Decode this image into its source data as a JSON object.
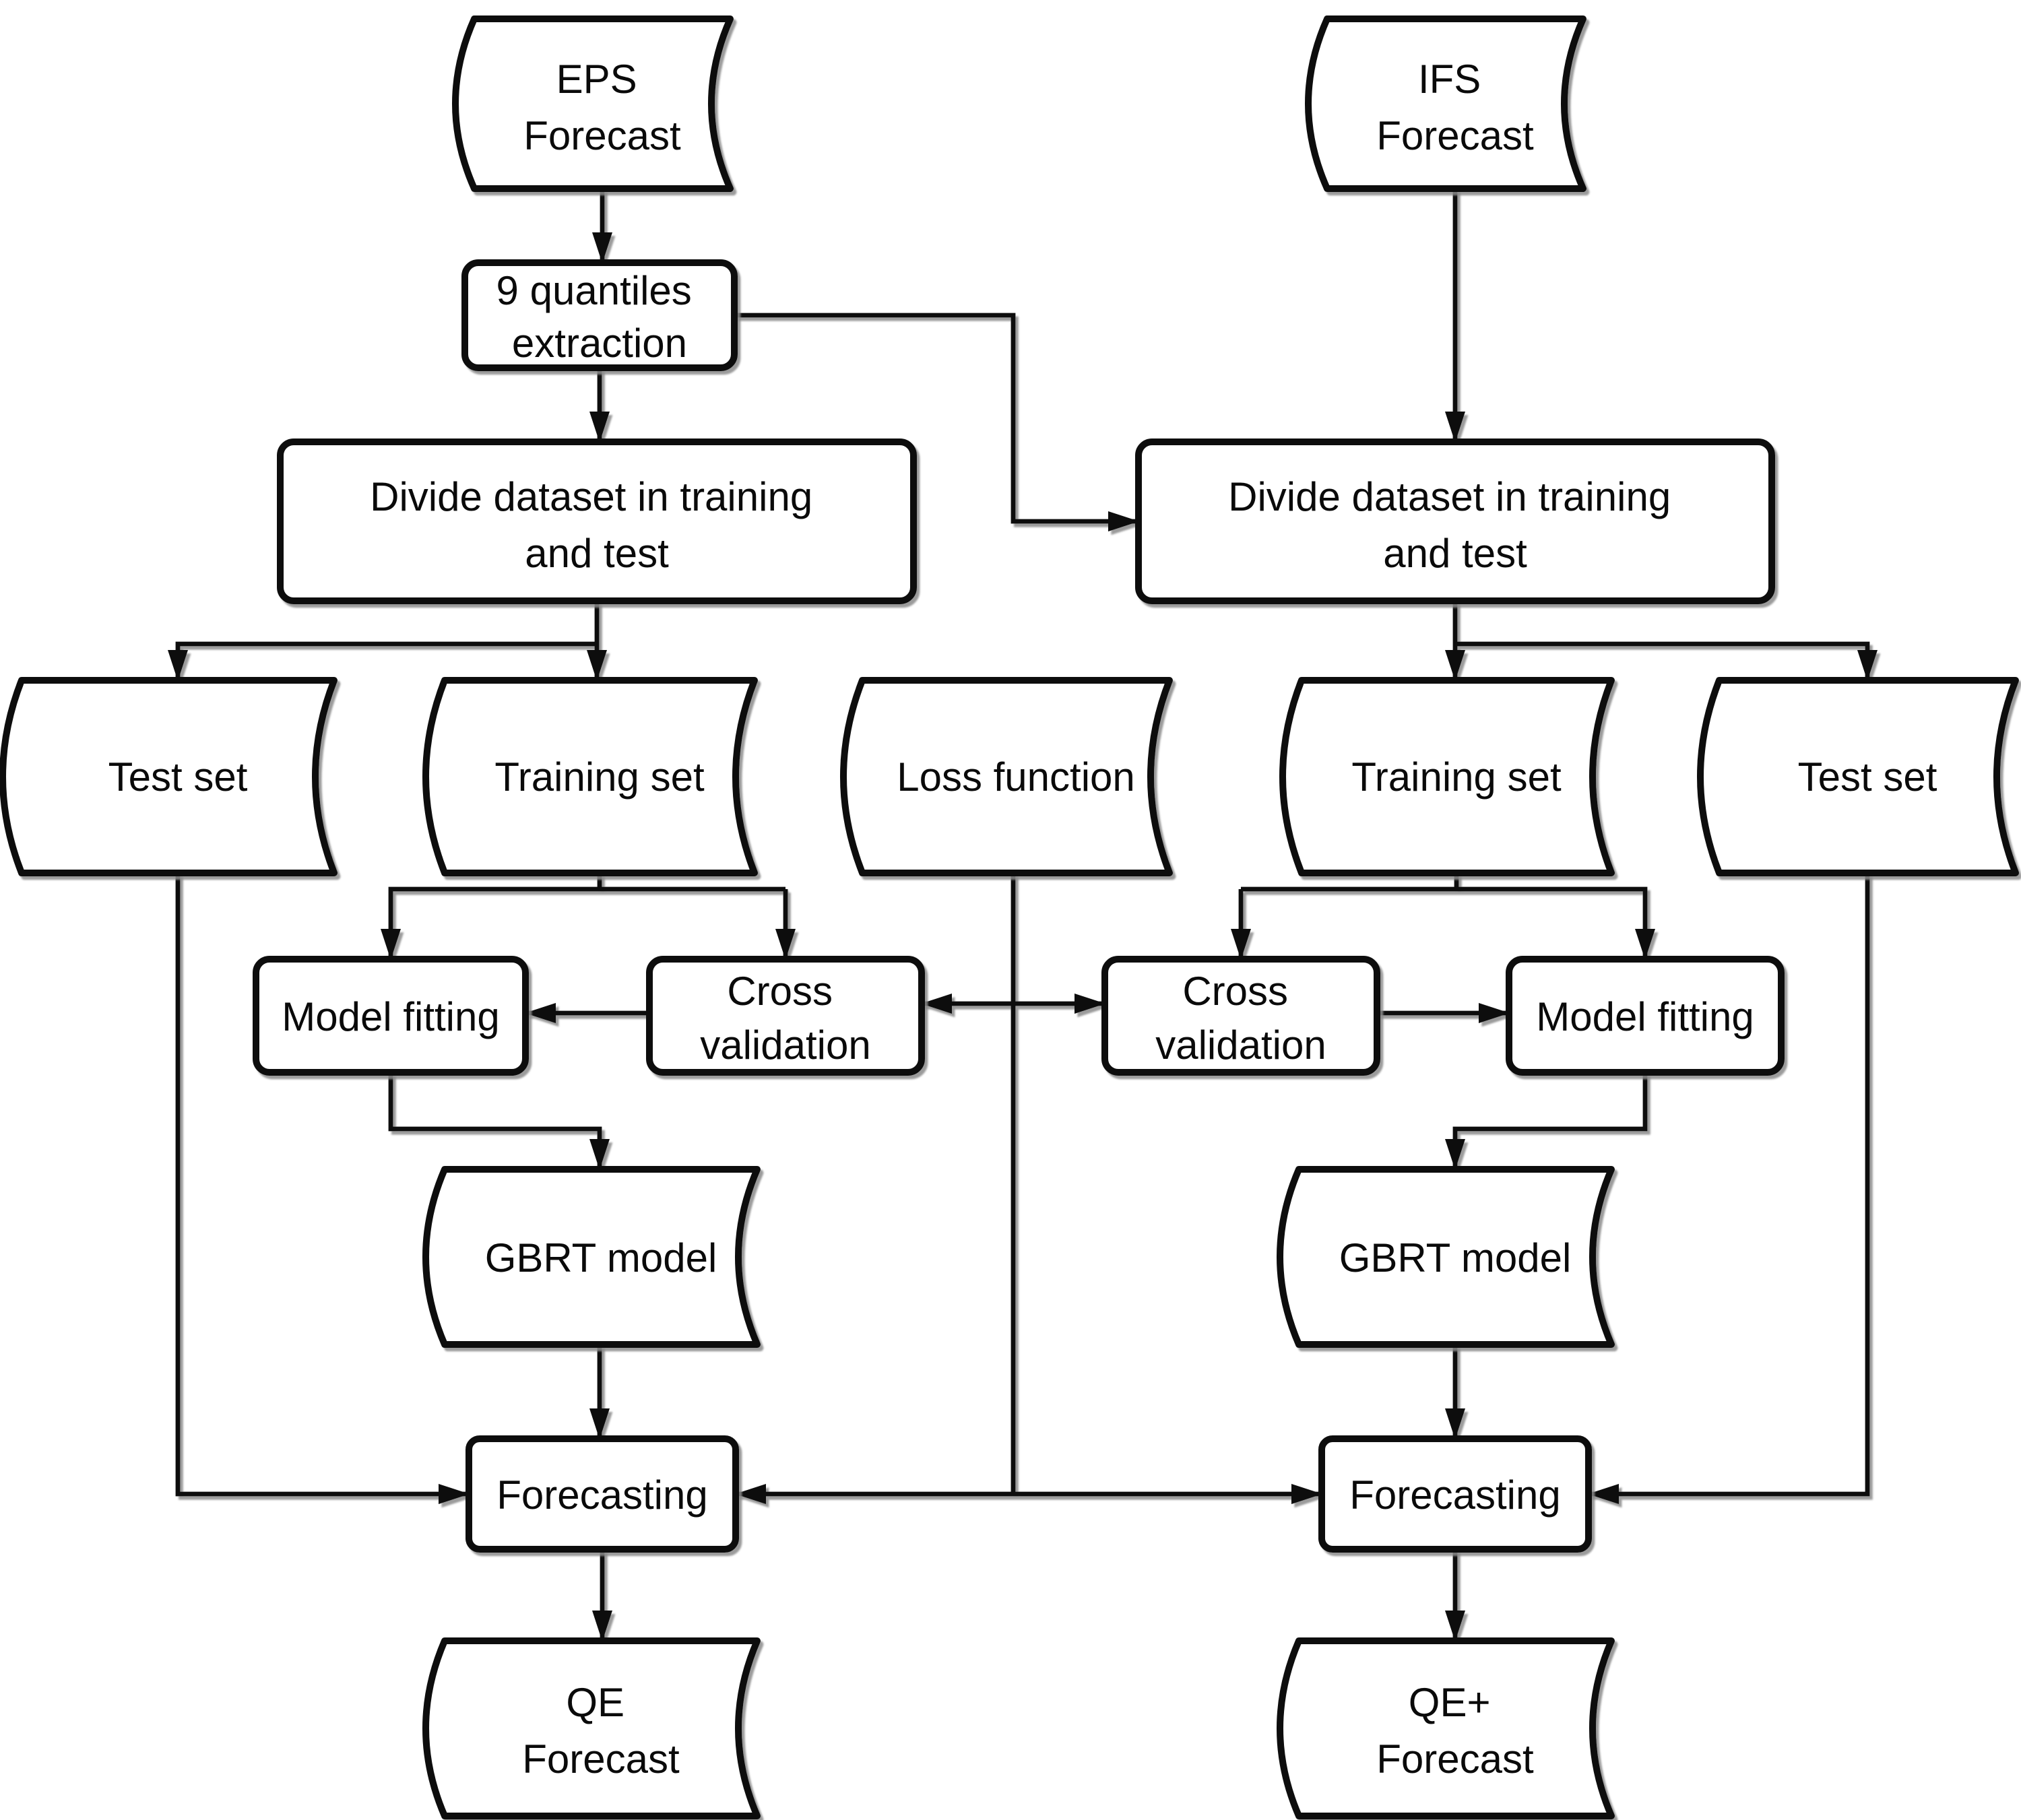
{
  "diagram": {
    "type": "flowchart",
    "background": "#ffffff",
    "colors": {
      "line": "#0d0d0d",
      "node_fill": "#ffffff",
      "text": "#0a0a0a",
      "shadow": "#8a8a8a"
    },
    "nodes": {
      "eps_forecast": {
        "shape": "stored-data",
        "lines": [
          "EPS",
          "Forecast"
        ]
      },
      "ifs_forecast": {
        "shape": "stored-data",
        "lines": [
          "IFS",
          "Forecast"
        ]
      },
      "quantiles_extraction": {
        "shape": "process",
        "lines": [
          "9 quantiles",
          "extraction"
        ]
      },
      "divide_left": {
        "shape": "process",
        "lines": [
          "Divide dataset in training",
          "and test"
        ]
      },
      "divide_right": {
        "shape": "process",
        "lines": [
          "Divide dataset in training",
          "and test"
        ]
      },
      "test_set_left": {
        "shape": "stored-data",
        "lines": [
          "Test set"
        ]
      },
      "training_set_left": {
        "shape": "stored-data",
        "lines": [
          "Training set"
        ]
      },
      "loss_function": {
        "shape": "stored-data",
        "lines": [
          "Loss function"
        ]
      },
      "training_set_right": {
        "shape": "stored-data",
        "lines": [
          "Training set"
        ]
      },
      "test_set_right": {
        "shape": "stored-data",
        "lines": [
          "Test set"
        ]
      },
      "model_fitting_left": {
        "shape": "process",
        "lines": [
          "Model fitting"
        ]
      },
      "cross_validation_left": {
        "shape": "process",
        "lines": [
          "Cross",
          "validation"
        ]
      },
      "cross_validation_right": {
        "shape": "process",
        "lines": [
          "Cross",
          "validation"
        ]
      },
      "model_fitting_right": {
        "shape": "process",
        "lines": [
          "Model fitting"
        ]
      },
      "gbrt_model_left": {
        "shape": "stored-data",
        "lines": [
          "GBRT model"
        ]
      },
      "gbrt_model_right": {
        "shape": "stored-data",
        "lines": [
          "GBRT model"
        ]
      },
      "forecasting_left": {
        "shape": "process",
        "lines": [
          "Forecasting"
        ]
      },
      "forecasting_right": {
        "shape": "process",
        "lines": [
          "Forecasting"
        ]
      },
      "qe_forecast": {
        "shape": "stored-data",
        "lines": [
          "QE",
          "Forecast"
        ]
      },
      "qe_plus_forecast": {
        "shape": "stored-data",
        "lines": [
          "QE+",
          "Forecast"
        ]
      }
    },
    "edges": [
      {
        "from": "eps_forecast",
        "to": "quantiles_extraction"
      },
      {
        "from": "quantiles_extraction",
        "to": "divide_left"
      },
      {
        "from": "quantiles_extraction",
        "to": "divide_right"
      },
      {
        "from": "ifs_forecast",
        "to": "divide_right"
      },
      {
        "from": "divide_left",
        "to": "test_set_left"
      },
      {
        "from": "divide_left",
        "to": "training_set_left"
      },
      {
        "from": "divide_right",
        "to": "training_set_right"
      },
      {
        "from": "divide_right",
        "to": "test_set_right"
      },
      {
        "from": "training_set_left",
        "to": "model_fitting_left"
      },
      {
        "from": "training_set_left",
        "to": "cross_validation_left"
      },
      {
        "from": "training_set_right",
        "to": "cross_validation_right"
      },
      {
        "from": "training_set_right",
        "to": "model_fitting_right"
      },
      {
        "from": "cross_validation_left",
        "to": "model_fitting_left"
      },
      {
        "from": "cross_validation_right",
        "to": "model_fitting_right"
      },
      {
        "from": "loss_function",
        "to": "cross_validation_left"
      },
      {
        "from": "loss_function",
        "to": "cross_validation_right"
      },
      {
        "from": "loss_function",
        "to": "forecasting_left"
      },
      {
        "from": "loss_function",
        "to": "forecasting_right"
      },
      {
        "from": "model_fitting_left",
        "to": "gbrt_model_left"
      },
      {
        "from": "model_fitting_right",
        "to": "gbrt_model_right"
      },
      {
        "from": "gbrt_model_left",
        "to": "forecasting_left"
      },
      {
        "from": "gbrt_model_right",
        "to": "forecasting_right"
      },
      {
        "from": "test_set_left",
        "to": "forecasting_left"
      },
      {
        "from": "test_set_right",
        "to": "forecasting_right"
      },
      {
        "from": "forecasting_left",
        "to": "qe_forecast"
      },
      {
        "from": "forecasting_right",
        "to": "qe_plus_forecast"
      }
    ]
  }
}
